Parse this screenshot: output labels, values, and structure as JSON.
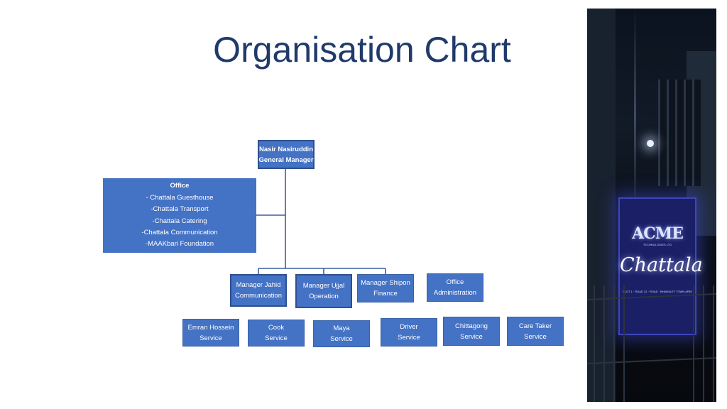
{
  "slide": {
    "title": "Organisation Chart"
  },
  "chart": {
    "root": {
      "line1": "Nasir Nasiruddin",
      "line2": "General Manager"
    },
    "office": {
      "heading": "Office",
      "items": [
        "- Chattala Guesthouse",
        "-Chattala Transport",
        "-Chattala Catering",
        "-Chattala Communication",
        "-MAAKbari Foundation"
      ]
    },
    "managers": [
      {
        "line1": "Manager Jahid",
        "line2": "Communication"
      },
      {
        "line1": "Manager Ujjal",
        "line2": "Operation"
      },
      {
        "line1": "Manager Shipon",
        "line2": "Finance"
      },
      {
        "line1": "Office",
        "line2": "Administration"
      }
    ],
    "services": [
      {
        "line1": "Emran Hossein",
        "line2": "Service"
      },
      {
        "line1": "Cook",
        "line2": "Service"
      },
      {
        "line1": "Maya",
        "line2": "Service"
      },
      {
        "line1": "Driver",
        "line2": "Service"
      },
      {
        "line1": "Chittagong",
        "line2": "Service"
      },
      {
        "line1": "Care Taker",
        "line2": "Service"
      }
    ]
  },
  "photo": {
    "logo": "ACME",
    "logo_sub": "TECHNOLOGIES LTD",
    "name": "Chattala",
    "address": "PLOT 1 · ROAD 12 · ROAD · BHARALET TOWN AREA · GULSHAN"
  },
  "colors": {
    "box_fill": "#4472c4",
    "title": "#1f3a6b",
    "connector": "#3a5ea0"
  }
}
